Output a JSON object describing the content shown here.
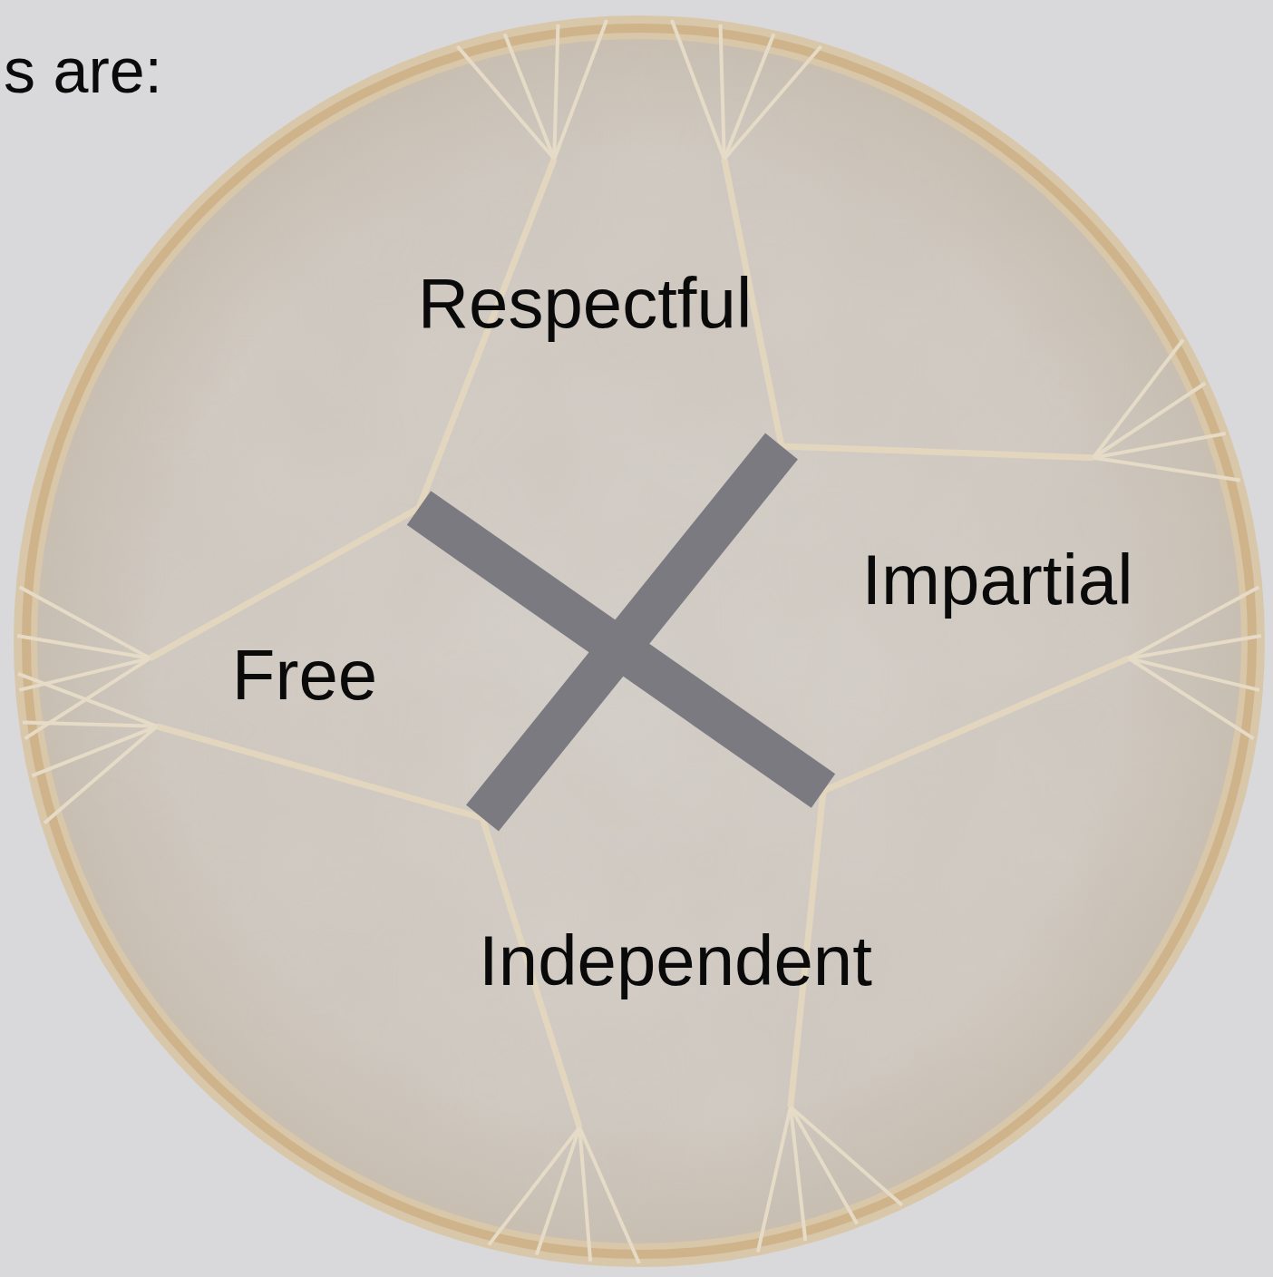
{
  "diagram": {
    "labels": [
      "s are:",
      "Respectful",
      "Impartial",
      "Free",
      "Independent"
    ]
  }
}
